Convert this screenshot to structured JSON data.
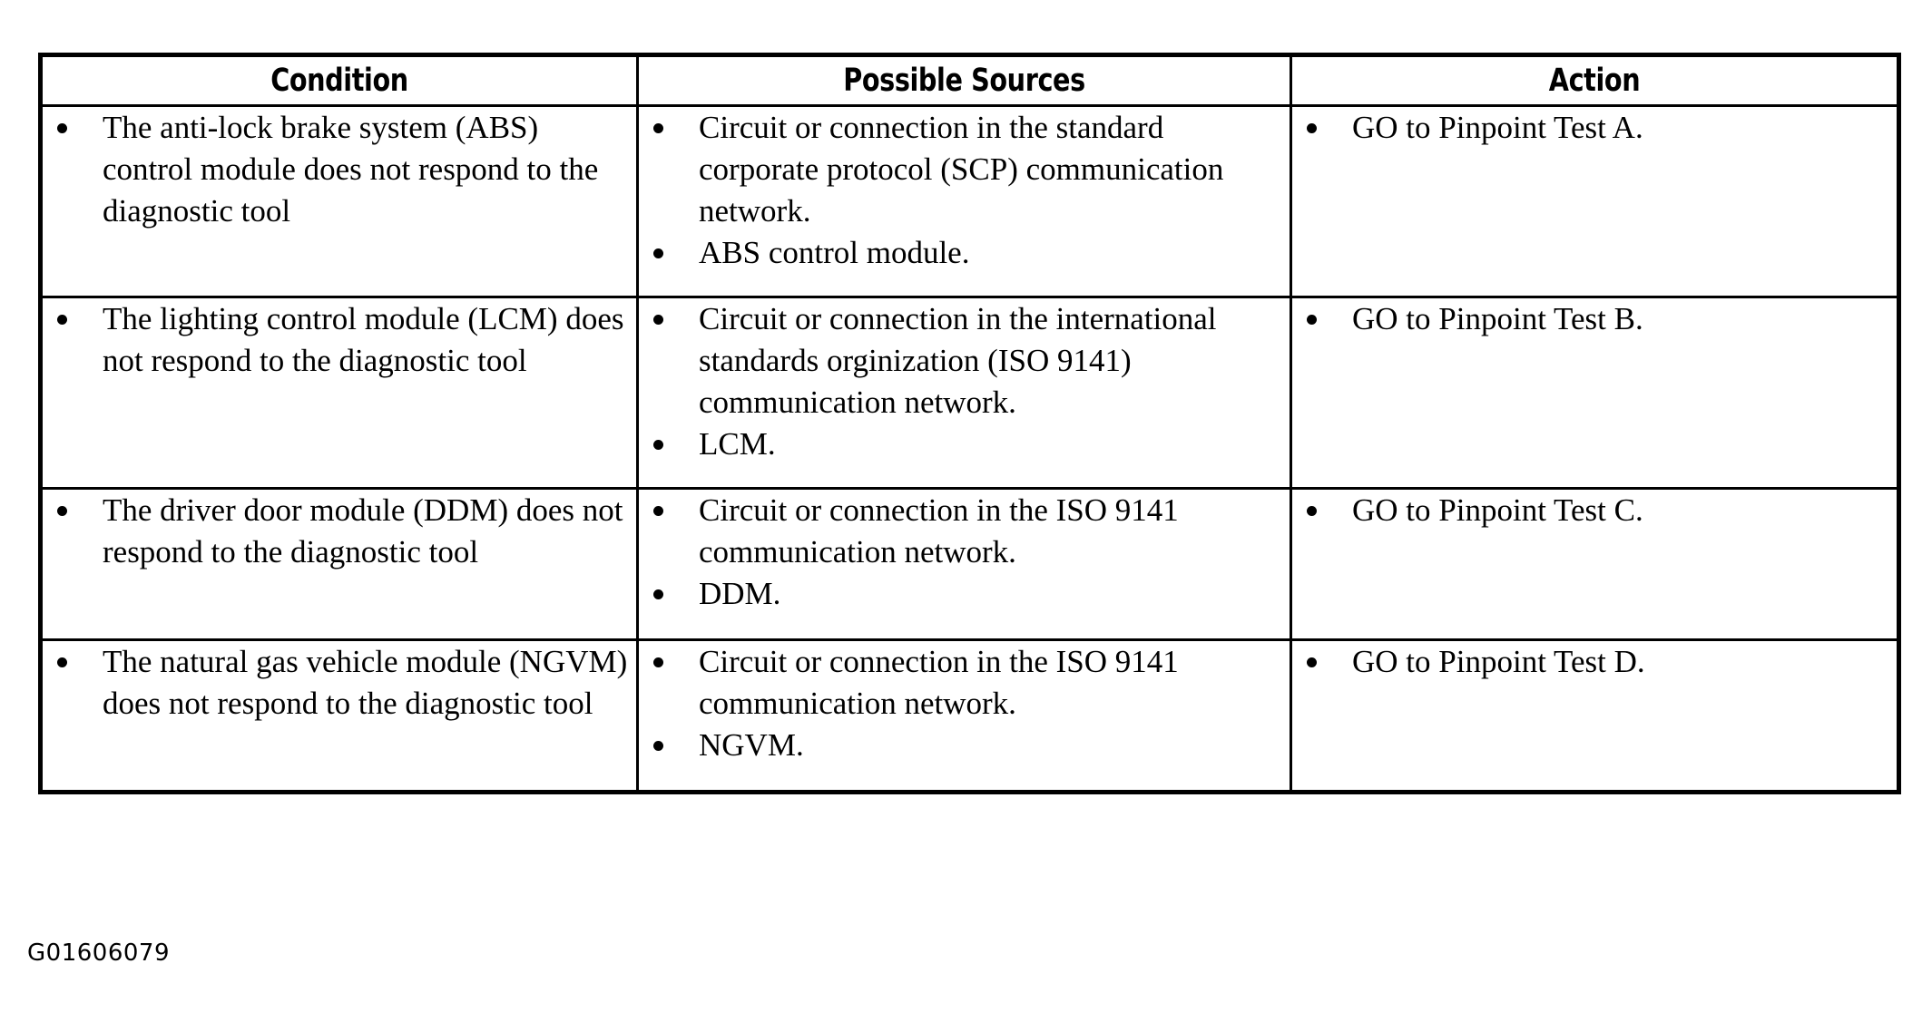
{
  "table": {
    "headers": [
      {
        "label": "Condition"
      },
      {
        "label": "Possible Sources"
      },
      {
        "label": "Action"
      }
    ],
    "rows": [
      {
        "condition": [
          "The anti-lock brake system (ABS) control module does not respond to the diagnostic tool"
        ],
        "sources": [
          "Circuit or connection in the standard corporate protocol (SCP) communication network.",
          "ABS control module."
        ],
        "action": [
          "GO to Pinpoint Test A."
        ]
      },
      {
        "condition": [
          "The lighting control module (LCM) does not respond to the diagnostic tool"
        ],
        "sources": [
          "Circuit or connection in the international standards orginization (ISO 9141) communication network.",
          "LCM."
        ],
        "action": [
          "GO to Pinpoint Test B."
        ]
      },
      {
        "condition": [
          "The driver door module (DDM) does not respond to the diagnostic tool"
        ],
        "sources": [
          "Circuit or connection in the ISO 9141 communication network.",
          "DDM."
        ],
        "action": [
          "GO to Pinpoint Test C."
        ]
      },
      {
        "condition": [
          "The natural gas vehicle module (NGVM) does not respond to the diagnostic tool"
        ],
        "sources": [
          "Circuit or connection in the ISO 9141 communication network.",
          "NGVM."
        ],
        "action": [
          "GO to Pinpoint Test D."
        ]
      }
    ]
  },
  "caption": "G01606079",
  "colors": {
    "ink": "#000000",
    "paper": "#ffffff"
  }
}
